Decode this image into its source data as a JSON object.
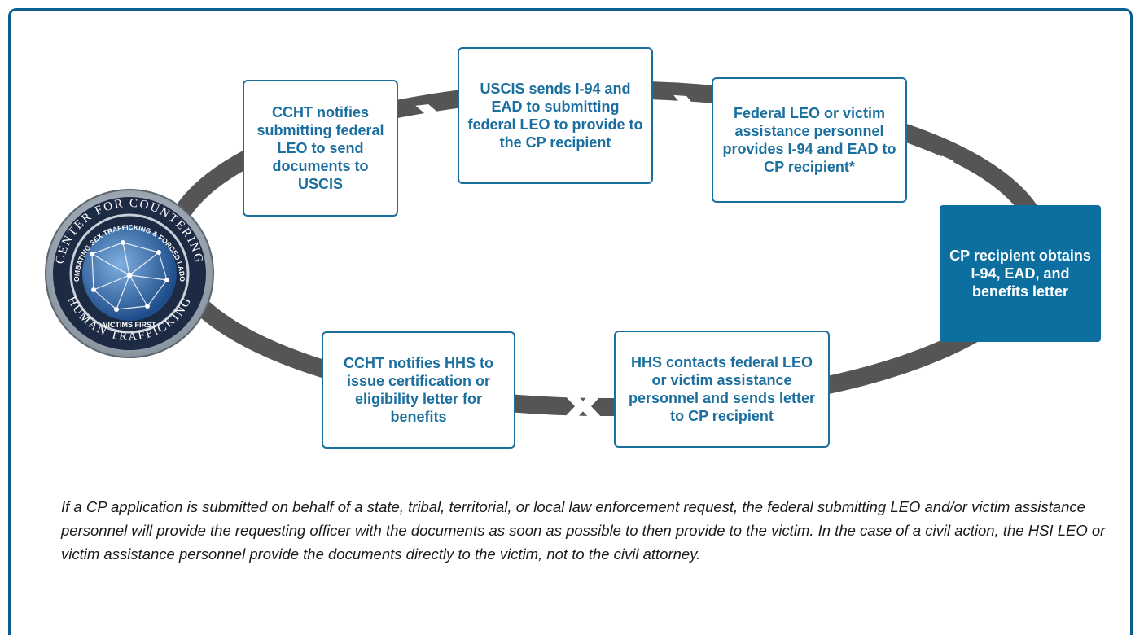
{
  "steps": [
    {
      "id": "step1",
      "text": "CCHT notifies submitting federal LEO to send documents to USCIS"
    },
    {
      "id": "step2",
      "text": "USCIS sends I-94 and EAD to submitting federal LEO to provide to the CP recipient"
    },
    {
      "id": "step3",
      "text": "Federal LEO or victim assistance personnel provides I-94 and EAD to CP recipient*"
    },
    {
      "id": "step4",
      "text": "CP recipient obtains I-94, EAD, and benefits letter"
    },
    {
      "id": "step5",
      "text": "HHS contacts federal LEO or victim assistance personnel and sends letter to CP recipient"
    },
    {
      "id": "step6",
      "text": "CCHT notifies HHS to issue certification or eligibility letter for benefits"
    }
  ],
  "seal": {
    "outer_text": "CENTER FOR COUNTERING HUMAN TRAFFICKING",
    "inner_text": "COMBATING SEX TRAFFICKING & FORCED LABOR",
    "motto": "VICTIMS FIRST"
  },
  "footnote": "If a CP application is submitted on behalf of a state, tribal, territorial, or local law enforcement request, the federal submitting LEO and/or victim assistance personnel will provide the requesting officer with the documents as soon as possible to then provide to the victim. In the case of a civil action, the HSI LEO or victim assistance personnel provide the documents directly to the victim, not to the civil attorney.",
  "colors": {
    "accent": "#1a6f9f",
    "final_box": "#0d6fa0",
    "track": "#555555"
  }
}
